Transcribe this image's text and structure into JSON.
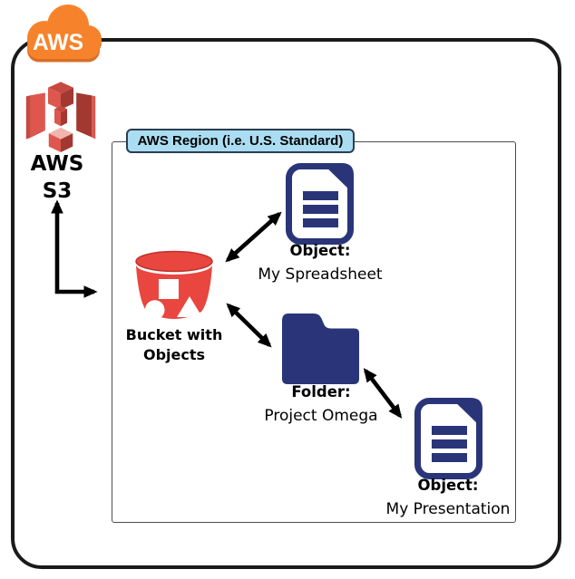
{
  "diagram": {
    "cloud_badge": {
      "label": "AWS"
    },
    "s3_service": {
      "label": "AWS\nS3"
    },
    "region": {
      "label": "AWS Region (i.e. U.S. Standard)"
    },
    "nodes": {
      "bucket": {
        "label": "Bucket with\nObjects"
      },
      "spreadsheet": {
        "title": "Object:",
        "name": "My Spreadsheet"
      },
      "folder": {
        "title": "Folder:",
        "name": "Project Omega"
      },
      "presentation": {
        "title": "Object:",
        "name": "My Presentation"
      }
    },
    "colors": {
      "aws_orange": "#F6832C",
      "aws_orange_dark": "#D96D26",
      "bucket_red": "#E8463F",
      "bucket_red_dark": "#C0332E",
      "s3_bright": "#DD574E",
      "s3_mid": "#C74841",
      "s3_dark": "#A33831",
      "s3_pale": "#F2B4AF",
      "navy": "#2A3579",
      "region_fill": "#ABDDF2",
      "region_border": "#2C3E50",
      "arrow_black": "#000000",
      "border_black": "#1A1A1A",
      "region_box_border": "#4D4D4D"
    }
  }
}
